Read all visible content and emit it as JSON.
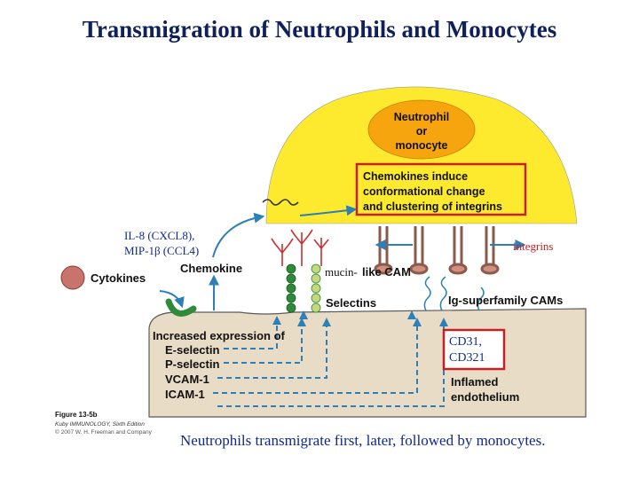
{
  "title": "Transmigration of Neutrophils and Monocytes",
  "cell": {
    "line1": "Neutrophil",
    "line2": "or",
    "line3": "monocyte"
  },
  "chemokine_box": {
    "line1": "Chemokines induce",
    "line2": "conformational change",
    "line3": "and clustering of integrins"
  },
  "labels": {
    "il8_line1": "IL-8 (CXCL8),",
    "il8_line2": "MIP-1β (CCL4)",
    "integrins": "integrins",
    "chemokine": "Chemokine",
    "cytokines": "Cytokines",
    "mucin_prefix": "mucin-",
    "mucin_cam": "like CAM",
    "selectins": "Selectins",
    "ig_cams": "Ig-superfamily CAMs",
    "cd31_line1": "CD31,",
    "cd31_line2": "CD321",
    "inflamed_line1": "Inflamed",
    "inflamed_line2": "endothelium"
  },
  "expression_list": [
    "Increased expression of",
    "E-selectin",
    "P-selectin",
    "VCAM-1",
    "ICAM-1"
  ],
  "figure_credit": {
    "fig": "Figure 13-5b",
    "book": "Kuby IMMUNOLOGY, Sixth Edition",
    "copyright": "© 2007 W. H. Freeman and Company"
  },
  "caption": "Neutrophils transmigrate first, later, followed by monocytes.",
  "colors": {
    "title": "#10205a",
    "cell": "#fde92d",
    "nucleus": "#f6a50e",
    "endothelium": "#e9dcc6",
    "arrow": "#2d7fb8",
    "red_box": "#c82020",
    "selectin_green": "#2f8a3a",
    "receptor": "#b07050"
  }
}
